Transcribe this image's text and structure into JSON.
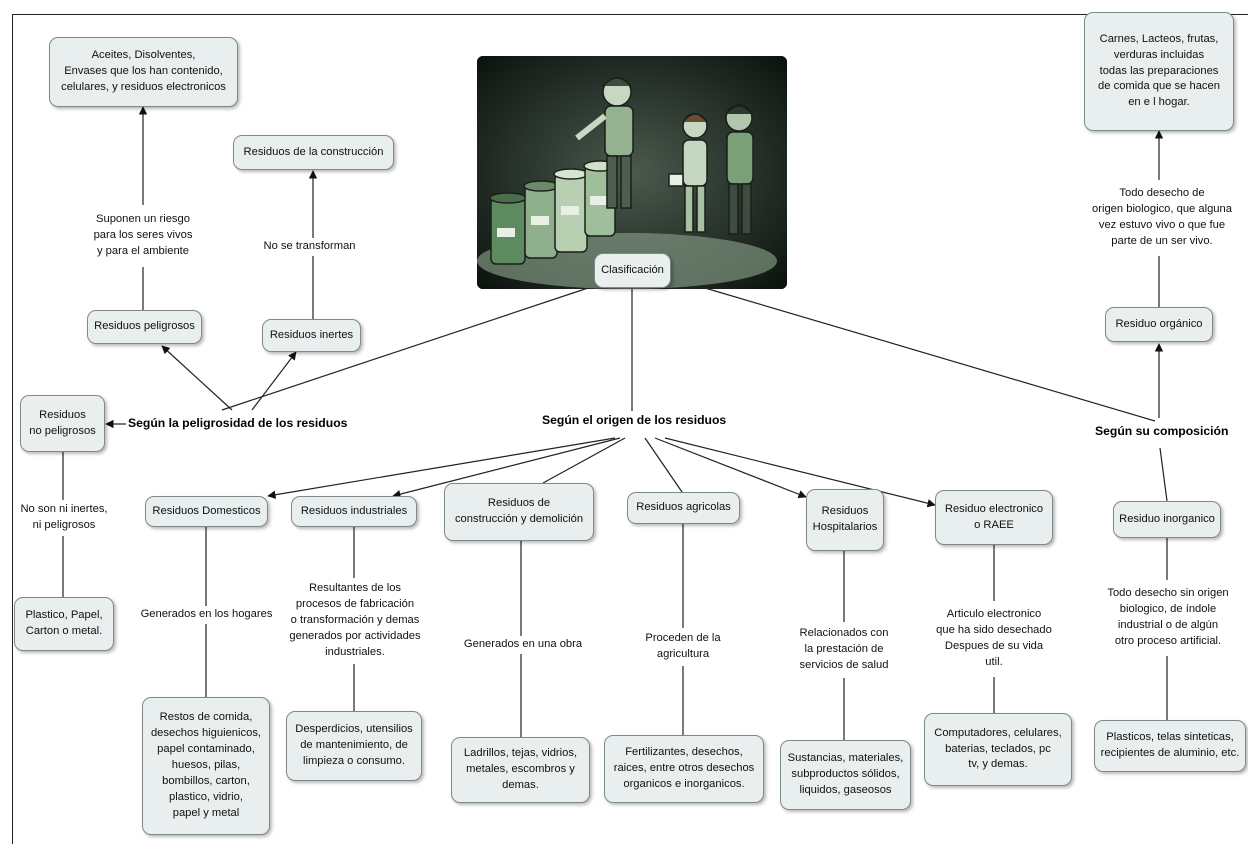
{
  "root": {
    "label": "Clasificación",
    "illustration": "children-sorting-recycling-bins"
  },
  "categories": {
    "peligrosidad": "Según la peligrosidad de los residuos",
    "origen": "Según el origen de los residuos",
    "composicion": "Según su composición"
  },
  "peligrosidad": {
    "peligrosos": {
      "title": "Residuos peligrosos",
      "description": "Suponen un riesgo\npara los seres vivos\ny para el ambiente",
      "examples": "Aceites, Disolventes,\nEnvases que los han contenido,\ncelulares, y residuos electronicos"
    },
    "inertes": {
      "title": "Residuos inertes",
      "description": "No se transforman",
      "examples": "Residuos de la construcción"
    },
    "no_peligrosos": {
      "title": "Residuos\nno peligrosos",
      "description": "No son ni inertes,\nni peligrosos",
      "examples": "Plastico, Papel,\nCarton o metal."
    }
  },
  "origen": {
    "domesticos": {
      "title": "Residuos Domesticos",
      "description": "Generados en los hogares",
      "examples": "Restos de comida,\ndesechos higuienicos,\npapel contaminado,\nhuesos, pilas,\nbombillos, carton,\nplastico, vidrio,\npapel y metal"
    },
    "industriales": {
      "title": "Residuos industriales",
      "description": "Resultantes de los\nprocesos de fabricación\no transformación y demas\ngenerados por actividades\nindustriales.",
      "examples": "Desperdicios, utensilios\nde mantenimiento, de\nlimpieza o consumo."
    },
    "construccion": {
      "title": "Residuos de\nconstrucción y demolición",
      "description": "Generados en una obra",
      "examples": "Ladrillos, tejas, vidrios,\nmetales, escombros y\ndemas."
    },
    "agricolas": {
      "title": "Residuos agricolas",
      "description": "Proceden de la\nagricultura",
      "examples": "Fertilizantes, desechos,\nraices, entre otros desechos\norganicos e inorganicos."
    },
    "hospitalarios": {
      "title": "Residuos\nHospitalarios",
      "description": "Relacionados con\nla prestación de\nservicios de salud",
      "examples": "Sustancias, materiales,\nsubproductos sólidos,\nliquidos, gaseosos"
    },
    "electronico": {
      "title": "Residuo electronico\no RAEE",
      "description": "Articulo electronico\nque ha sido desechado\nDespues de su vida\nutil.",
      "examples": "Computadores, celulares,\nbaterias, teclados, pc\ntv, y demas."
    }
  },
  "composicion": {
    "organico": {
      "title": "Residuo orgánico",
      "description": "Todo desecho de\norigen biologico, que alguna\nvez estuvo vivo o que fue\nparte de un ser vivo.",
      "examples": "Carnes, Lacteos, frutas,\nverduras incluidas\ntodas las preparaciones\nde comida que se hacen\nen e l hogar."
    },
    "inorganico": {
      "title": "Residuo inorganico",
      "description": "Todo desecho sin origen\nbiologico, de índole\nindustrial o de algún\notro proceso artificial.",
      "examples": "Plasticos, telas sinteticas,\nrecipientes de aluminio, etc."
    }
  },
  "colors": {
    "node_fill": "#e9eeee",
    "node_border": "#7e8a8a",
    "connector": "#222222",
    "illustration_tint": "#a8c8a6"
  }
}
